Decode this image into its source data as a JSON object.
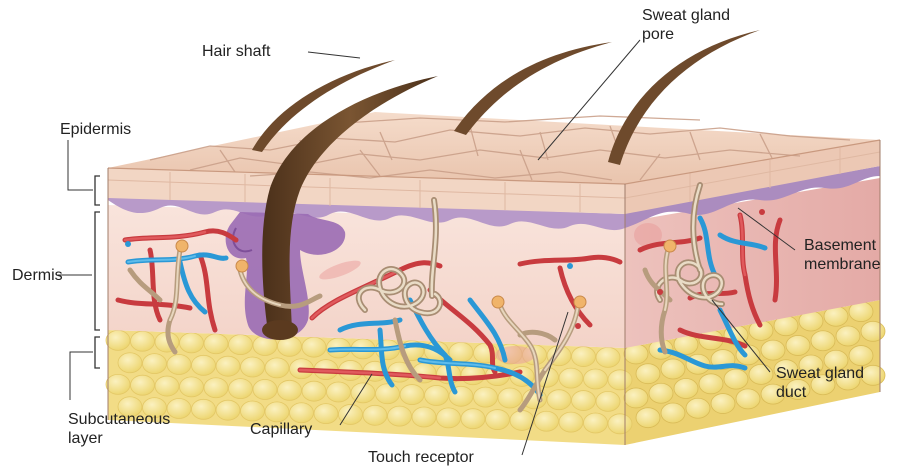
{
  "labels": {
    "hair_shaft": "Hair shaft",
    "sweat_gland_pore": [
      "Sweat gland",
      "pore"
    ],
    "epidermis": "Epidermis",
    "dermis": "Dermis",
    "subcutaneous_layer": [
      "Subcutaneous",
      "layer"
    ],
    "basement_membrane": [
      "Basement",
      "membrane"
    ],
    "sweat_gland_duct": [
      "Sweat gland",
      "duct"
    ],
    "capillary": "Capillary",
    "touch_receptor": "Touch receptor"
  },
  "colors": {
    "epidermis_top": "#f0d2bd",
    "epidermis_side": "#f3d8c8",
    "basement_membrane": "#b89ac9",
    "dermis": "#f6ddd6",
    "dermis_side": "#efc4c0",
    "fat": "#f4e08a",
    "hair": "#6b4a2a",
    "artery": "#d6474a",
    "vein": "#2f9fd8",
    "nerve": "#d9c3a4",
    "receptor": "#f0b46a"
  }
}
